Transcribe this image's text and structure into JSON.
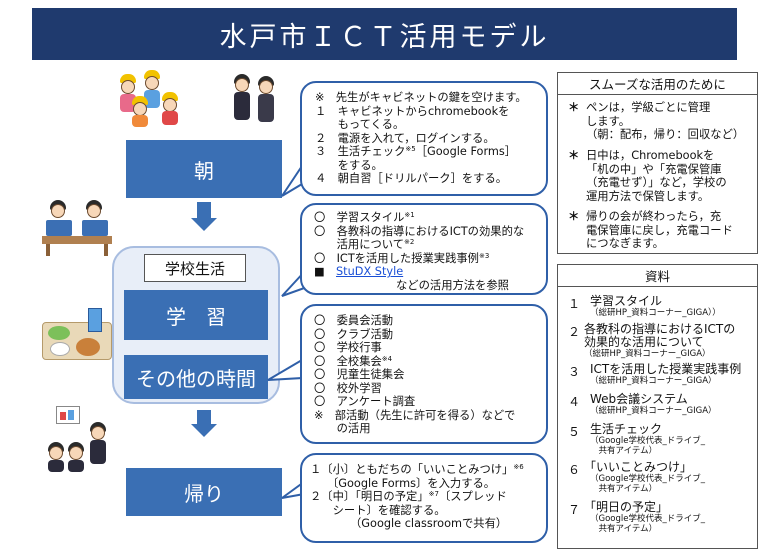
{
  "title": "水戸市ＩＣＴ活用モデル",
  "stages": {
    "morning": "朝",
    "school_life": "学校生活",
    "study": "学　習",
    "other_time": "その他の時間",
    "return": "帰り"
  },
  "morning_bubble": {
    "lines": [
      "※　先生がキャビネットの鍵を空けます。",
      "１　キャビネットからchromebookを",
      "　　もってくる。",
      "２　電源を入れて，ログインする。",
      "３　生活チェック",
      "　　をする。",
      "４　朝自習［ドリルパーク］をする。"
    ],
    "line3_sup": "※5",
    "line3_tail": "［Google Forms］"
  },
  "study_bubble": {
    "item1": "〇　学習スタイル",
    "item1_sup": "※1",
    "item2a": "〇　各教科の指導におけるICTの効果的な",
    "item2b": "　　活用について",
    "item2_sup": "※2",
    "item3": "〇　ICTを活用した授業実践事例",
    "item3_sup": "※3",
    "item4_bullet": "■",
    "item4_link": "StuDX Style",
    "item5": "などの活用方法を参照"
  },
  "other_bubble": {
    "lines": [
      "〇　委員会活動",
      "〇　クラブ活動",
      "〇　学校行事",
      "〇　全校集会",
      "〇　児童生徒集会",
      "〇　校外学習",
      "〇　アンケート調査",
      "※　部活動（先生に許可を得る）などで",
      "　　の活用"
    ],
    "line4_sup": "※4"
  },
  "return_bubble": {
    "l1": "１〔小〕ともだちの「いいことみつけ」",
    "l1_sup": "※6",
    "l2": "　　〔Google Forms〕を入力する。",
    "l3": "２〔中〕「明日の予定」",
    "l3_sup": "※7",
    "l3_tail": "〔スプレッド",
    "l4": "　　シート〕を確認する。",
    "l5": "（Google classroomで共有）"
  },
  "smooth_panel": {
    "heading": "スムーズな活用のために",
    "bullet": "＊",
    "items": [
      [
        "ペンは，学級ごとに管理",
        "します。",
        "（朝：配布，帰り：回収など）"
      ],
      [
        "日中は，Chromebookを",
        "「机の中」や「充電保管庫",
        "（充電せず）」など，学校の",
        "運用方法で保管します。"
      ],
      [
        "帰りの会が終わったら，充",
        "電保管庫に戻し，充電コード",
        "につなぎます。"
      ]
    ]
  },
  "resources": {
    "heading": "資料",
    "items": [
      {
        "num": "１",
        "title": "学習スタイル",
        "sub": "（総研HP_資料コーナー_GIGA））"
      },
      {
        "num": "２",
        "title": "各教科の指導におけるICTの\n効果的な活用について",
        "sub": "（総研HP_資料コーナー_GIGA）"
      },
      {
        "num": "３",
        "title": "ICTを活用した授業実践事例",
        "sub": "（総研HP_資料コーナー_GIGA）"
      },
      {
        "num": "４",
        "title": "Web会議システム",
        "sub": "（総研HP_資料コーナー_GIGA）"
      },
      {
        "num": "５",
        "title": "生活チェック",
        "sub": "（Google学校代表_ドライブ_\n　共有アイテム）"
      },
      {
        "num": "６",
        "title": "「いいことみつけ」",
        "sub": "（Google学校代表_ドライブ_\n　共有アイテム）"
      },
      {
        "num": "７",
        "title": "「明日の予定」",
        "sub": "（Google学校代表_ドライブ_\n　共有アイテム）"
      }
    ]
  },
  "colors": {
    "title_bg": "#1f3a6e",
    "stage_blue": "#3a6fb4",
    "bubble_border": "#2f5fa8",
    "school_bg": "#e8eef8"
  }
}
